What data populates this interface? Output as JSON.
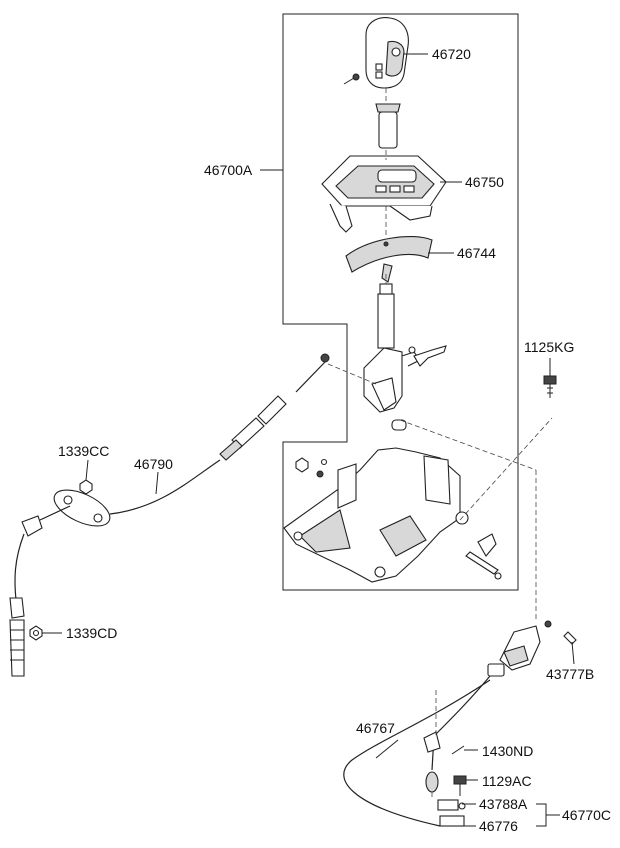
{
  "parts": {
    "p46720": "46720",
    "p46700A": "46700A",
    "p46750": "46750",
    "p46744": "46744",
    "p1125KG": "1125KG",
    "p1339CC": "1339CC",
    "p46790": "46790",
    "p1339CD": "1339CD",
    "p43777B": "43777B",
    "p46767": "46767",
    "p1430ND": "1430ND",
    "p1129AC": "1129AC",
    "p43788A": "43788A",
    "p46770C": "46770C",
    "p46776": "46776"
  }
}
